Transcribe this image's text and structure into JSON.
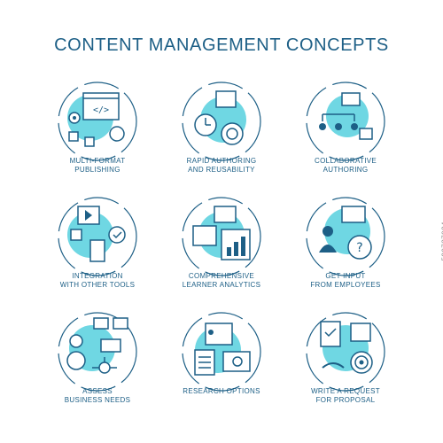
{
  "title": "CONTENT MANAGEMENT CONCEPTS",
  "stock_id": "520737084",
  "colors": {
    "accent": "#6fd7e3",
    "stroke": "#1d5f86"
  },
  "concepts": [
    {
      "line1": "MULTI-FORMAT",
      "line2": "PUBLISHING",
      "icon": "multi-format-publishing-icon"
    },
    {
      "line1": "RAPID AUTHORING",
      "line2": "AND REUSABILITY",
      "icon": "rapid-authoring-icon"
    },
    {
      "line1": "COLLABORATIVE",
      "line2": "AUTHORING",
      "icon": "collaborative-authoring-icon"
    },
    {
      "line1": "INTEGRATION",
      "line2": "WITH OTHER TOOLS",
      "icon": "integration-tools-icon"
    },
    {
      "line1": "COMPREHENSIVE",
      "line2": "LEARNER ANALYTICS",
      "icon": "learner-analytics-icon"
    },
    {
      "line1": "GET INPUT",
      "line2": "FROM EMPLOYEES",
      "icon": "employee-input-icon"
    },
    {
      "line1": "ASSESS",
      "line2": "BUSINESS NEEDS",
      "icon": "business-needs-icon"
    },
    {
      "line1": "RESEARCH OPTIONS",
      "line2": "",
      "icon": "research-options-icon"
    },
    {
      "line1": "WRITE A REQUEST",
      "line2": "FOR PROPOSAL",
      "icon": "request-proposal-icon"
    }
  ]
}
